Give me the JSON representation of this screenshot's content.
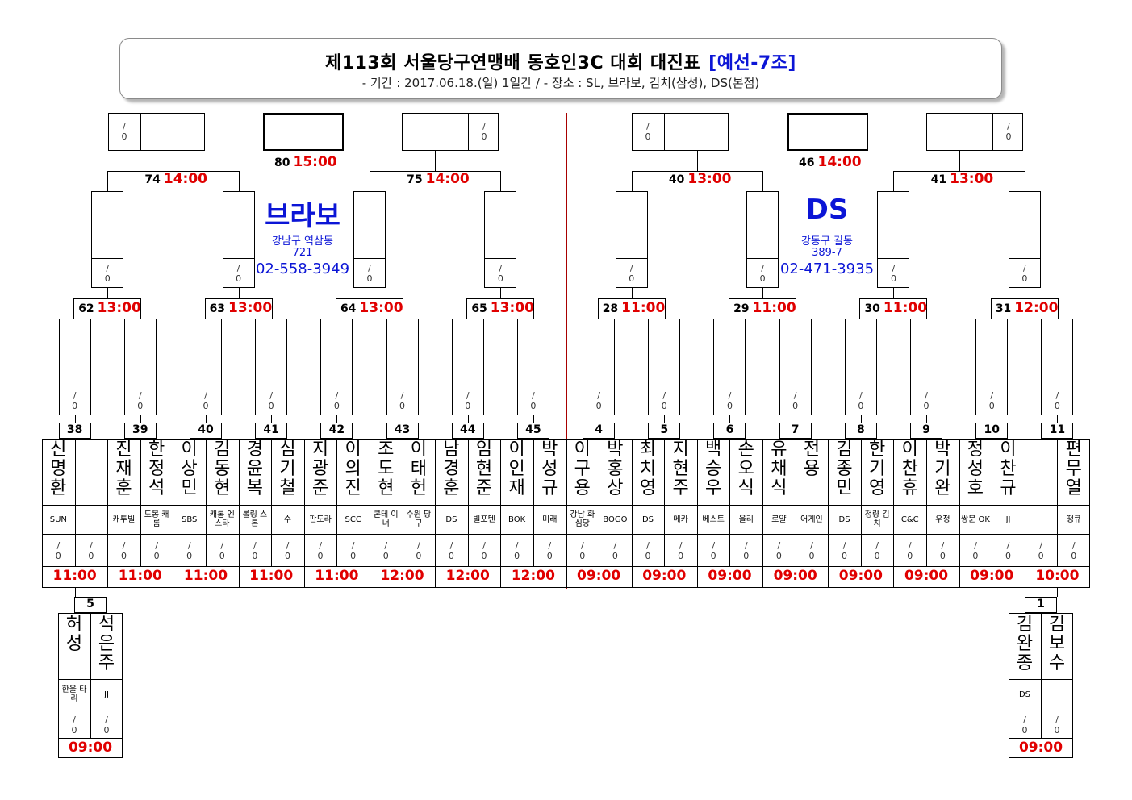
{
  "header": {
    "title": "제113회 서울당구연맹배 동호인3C 대회 대진표",
    "group": "[예선-7조]",
    "subtitle": "- 기간 : 2017.06.18.(일) 1일간 / - 장소 : SL, 브라보, 김치(삼성), DS(본점)"
  },
  "score_placeholder": {
    "top": "/",
    "bottom": "0"
  },
  "venues": {
    "left": {
      "name": "브라보",
      "address1": "강남구 역삼동",
      "address2": "721",
      "phone": "02-558-3949"
    },
    "right": {
      "name": "DS",
      "address1": "강동구 길동",
      "address2": "389-7",
      "phone": "02-471-3935"
    }
  },
  "matches": {
    "final_left": {
      "num": "80",
      "time": "15:00"
    },
    "final_right": {
      "num": "46",
      "time": "14:00"
    },
    "semi": [
      {
        "num": "74",
        "time": "14:00"
      },
      {
        "num": "75",
        "time": "14:00"
      },
      {
        "num": "40",
        "time": "13:00"
      },
      {
        "num": "41",
        "time": "13:00"
      }
    ],
    "quarter": [
      {
        "num": "62",
        "time": "13:00"
      },
      {
        "num": "63",
        "time": "13:00"
      },
      {
        "num": "64",
        "time": "13:00"
      },
      {
        "num": "65",
        "time": "13:00"
      },
      {
        "num": "28",
        "time": "11:00"
      },
      {
        "num": "29",
        "time": "11:00"
      },
      {
        "num": "30",
        "time": "11:00"
      },
      {
        "num": "31",
        "time": "12:00"
      }
    ]
  },
  "first_round": [
    {
      "num": "38",
      "time": "11:00",
      "players": [
        {
          "name": "신명환",
          "club": "SUN"
        },
        {
          "name": "",
          "club": ""
        }
      ]
    },
    {
      "num": "39",
      "time": "11:00",
      "players": [
        {
          "name": "진재훈",
          "club": "캐투빌"
        },
        {
          "name": "한정석",
          "club": "도봉 캐롬"
        }
      ]
    },
    {
      "num": "40",
      "time": "11:00",
      "players": [
        {
          "name": "이상민",
          "club": "SBS"
        },
        {
          "name": "김동현",
          "club": "캐롬 엔 스타"
        }
      ]
    },
    {
      "num": "41",
      "time": "11:00",
      "players": [
        {
          "name": "경윤복",
          "club": "롤링 스톤"
        },
        {
          "name": "심기철",
          "club": "수"
        }
      ]
    },
    {
      "num": "42",
      "time": "11:00",
      "players": [
        {
          "name": "지광준",
          "club": "판도라"
        },
        {
          "name": "이의진",
          "club": "SCC"
        }
      ]
    },
    {
      "num": "43",
      "time": "12:00",
      "players": [
        {
          "name": "조도현",
          "club": "콘테 이너"
        },
        {
          "name": "이태헌",
          "club": "수원 당구"
        }
      ]
    },
    {
      "num": "44",
      "time": "12:00",
      "players": [
        {
          "name": "남경훈",
          "club": "DS"
        },
        {
          "name": "임현준",
          "club": "빌포텐"
        }
      ]
    },
    {
      "num": "45",
      "time": "12:00",
      "players": [
        {
          "name": "이인재",
          "club": "BOK"
        },
        {
          "name": "박성규",
          "club": "미래"
        }
      ]
    },
    {
      "num": "4",
      "time": "09:00",
      "players": [
        {
          "name": "이구용",
          "club": "강남 화심당"
        },
        {
          "name": "박홍상",
          "club": "BOGO"
        }
      ]
    },
    {
      "num": "5",
      "time": "09:00",
      "players": [
        {
          "name": "최치영",
          "club": "DS"
        },
        {
          "name": "지현주",
          "club": "메카"
        }
      ]
    },
    {
      "num": "6",
      "time": "09:00",
      "players": [
        {
          "name": "백승우",
          "club": "베스트"
        },
        {
          "name": "손오식",
          "club": "울리"
        }
      ]
    },
    {
      "num": "7",
      "time": "09:00",
      "players": [
        {
          "name": "유채식",
          "club": "로얄"
        },
        {
          "name": "전 용",
          "club": "어게인"
        }
      ]
    },
    {
      "num": "8",
      "time": "09:00",
      "players": [
        {
          "name": "김종민",
          "club": "DS"
        },
        {
          "name": "한기영",
          "club": "청량 김치"
        }
      ]
    },
    {
      "num": "9",
      "time": "09:00",
      "players": [
        {
          "name": "이찬휴",
          "club": "C&C"
        },
        {
          "name": "박기완",
          "club": "우정"
        }
      ]
    },
    {
      "num": "10",
      "time": "09:00",
      "players": [
        {
          "name": "정성호",
          "club": "쌍문 OK"
        },
        {
          "name": "이찬규",
          "club": "JJ"
        }
      ]
    },
    {
      "num": "11",
      "time": "10:00",
      "players": [
        {
          "name": "",
          "club": ""
        },
        {
          "name": "편무열",
          "club": "땡큐"
        }
      ]
    }
  ],
  "prelim": [
    {
      "num": "5",
      "time": "09:00",
      "players": [
        {
          "name": "허 성",
          "club": "한울 타리"
        },
        {
          "name": "석은주",
          "club": "JJ"
        }
      ]
    },
    {
      "num": "1",
      "time": "09:00",
      "players": [
        {
          "name": "김완종",
          "club": "DS"
        },
        {
          "name": "김보수",
          "club": ""
        }
      ]
    }
  ]
}
